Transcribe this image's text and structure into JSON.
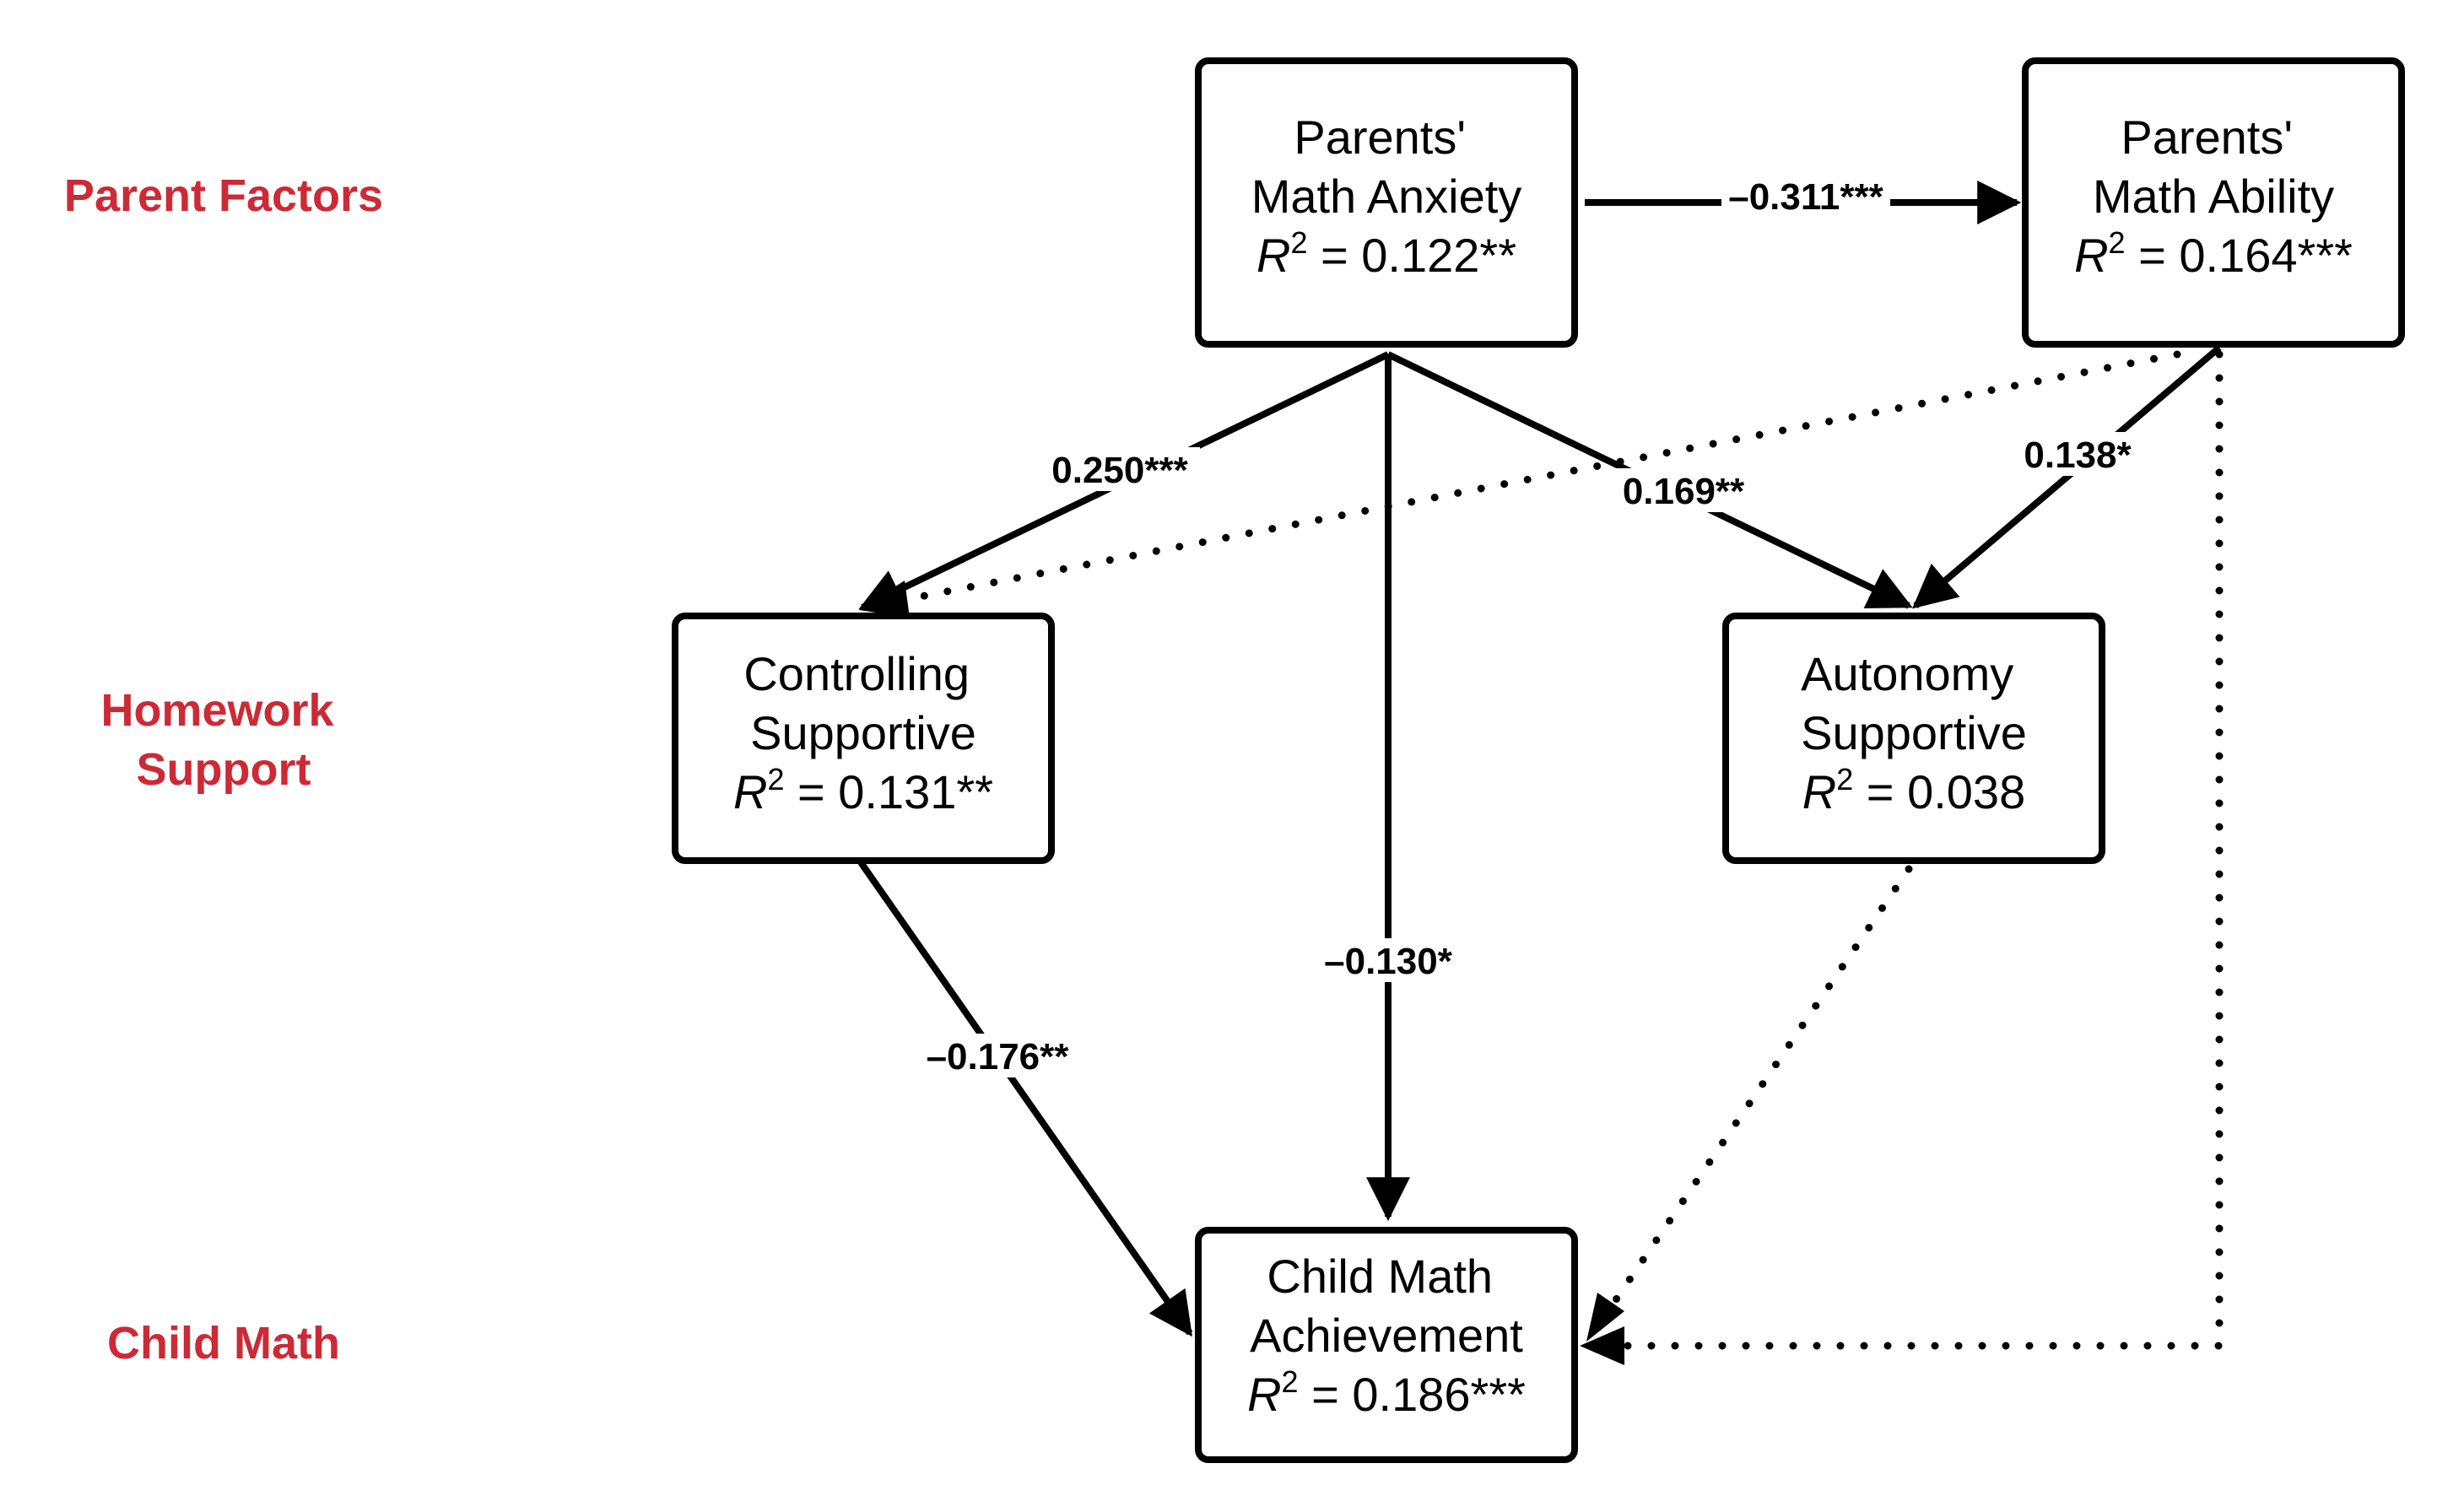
{
  "colors": {
    "level_label": "#cc2a36",
    "ink": "#000000",
    "background": "#ffffff"
  },
  "levels": {
    "parent": "Parent Factors",
    "homework_line1": "Homework",
    "homework_line2": "Support",
    "child": "Child Math"
  },
  "nodes": {
    "parents_math_anxiety": {
      "line1": "Parents'",
      "line2": "Math Anxiety",
      "r2_symbol": "R",
      "r2_exp": "2",
      "r2_value": " = 0.122**"
    },
    "parents_math_ability": {
      "line1": "Parents'",
      "line2": "Math Ability",
      "r2_symbol": "R",
      "r2_exp": "2",
      "r2_value": " = 0.164***"
    },
    "controlling_supportive": {
      "line1": "Controlling",
      "line2": "Supportive",
      "r2_symbol": "R",
      "r2_exp": "2",
      "r2_value": " = 0.131**"
    },
    "autonomy_supportive": {
      "line1": "Autonomy",
      "line2": "Supportive",
      "r2_symbol": "R",
      "r2_exp": "2",
      "r2_value": " = 0.038"
    },
    "child_math_achievement": {
      "line1": "Child Math",
      "line2": "Achievement",
      "r2_symbol": "R",
      "r2_exp": "2",
      "r2_value": " = 0.186***"
    }
  },
  "edges": {
    "anxiety_to_ability": {
      "label": "–0.311***",
      "style": "solid"
    },
    "anxiety_to_controlling": {
      "label": "0.250***",
      "style": "solid"
    },
    "anxiety_to_autonomy": {
      "label": "0.169**",
      "style": "solid"
    },
    "anxiety_to_child": {
      "label": "–0.130*",
      "style": "solid"
    },
    "ability_to_autonomy": {
      "label": "0.138*",
      "style": "solid"
    },
    "controlling_to_child": {
      "label": "–0.176**",
      "style": "solid"
    },
    "ability_to_controlling": {
      "style": "dotted"
    },
    "autonomy_to_child": {
      "style": "dotted"
    },
    "ability_to_child": {
      "style": "dotted"
    }
  }
}
